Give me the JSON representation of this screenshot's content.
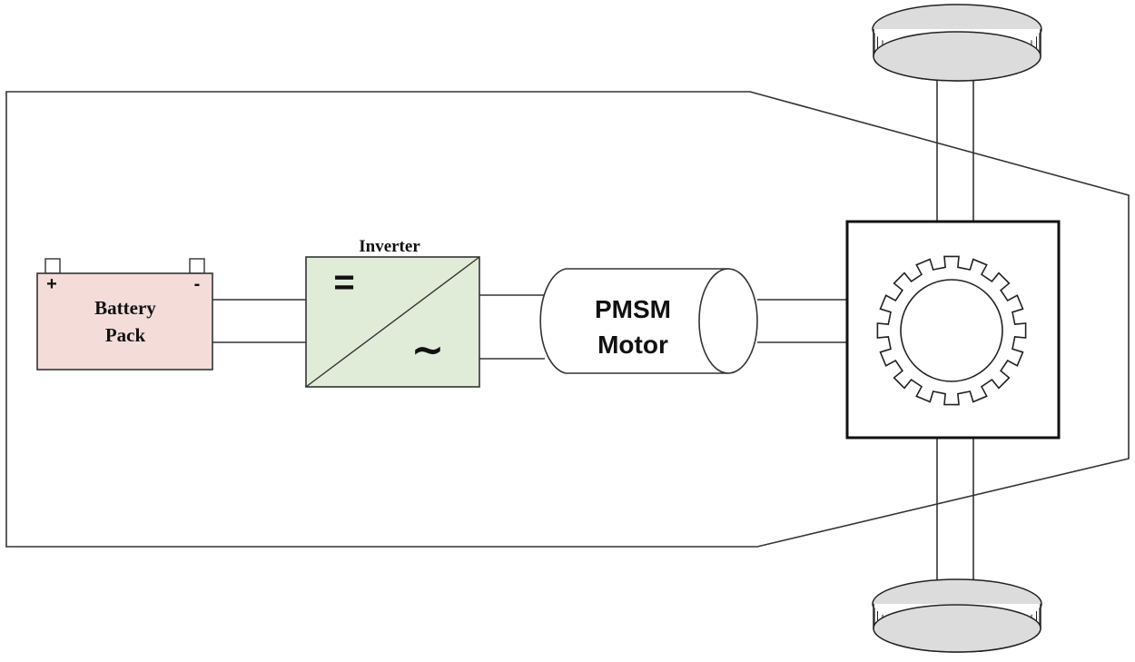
{
  "battery": {
    "label_line1": "Battery",
    "label_line2": "Pack",
    "plus_sign": "+",
    "minus_sign": "-",
    "fill_color": "#f4dcd9"
  },
  "inverter": {
    "title": "Inverter",
    "dc_symbol": "=",
    "ac_symbol": "∼",
    "fill_color": "#e1ecd8"
  },
  "motor": {
    "label_line1": "PMSM",
    "label_line2": "Motor"
  },
  "gearbox": {
    "icon": "gear-icon"
  },
  "wheel_color": "#dcdcdc"
}
